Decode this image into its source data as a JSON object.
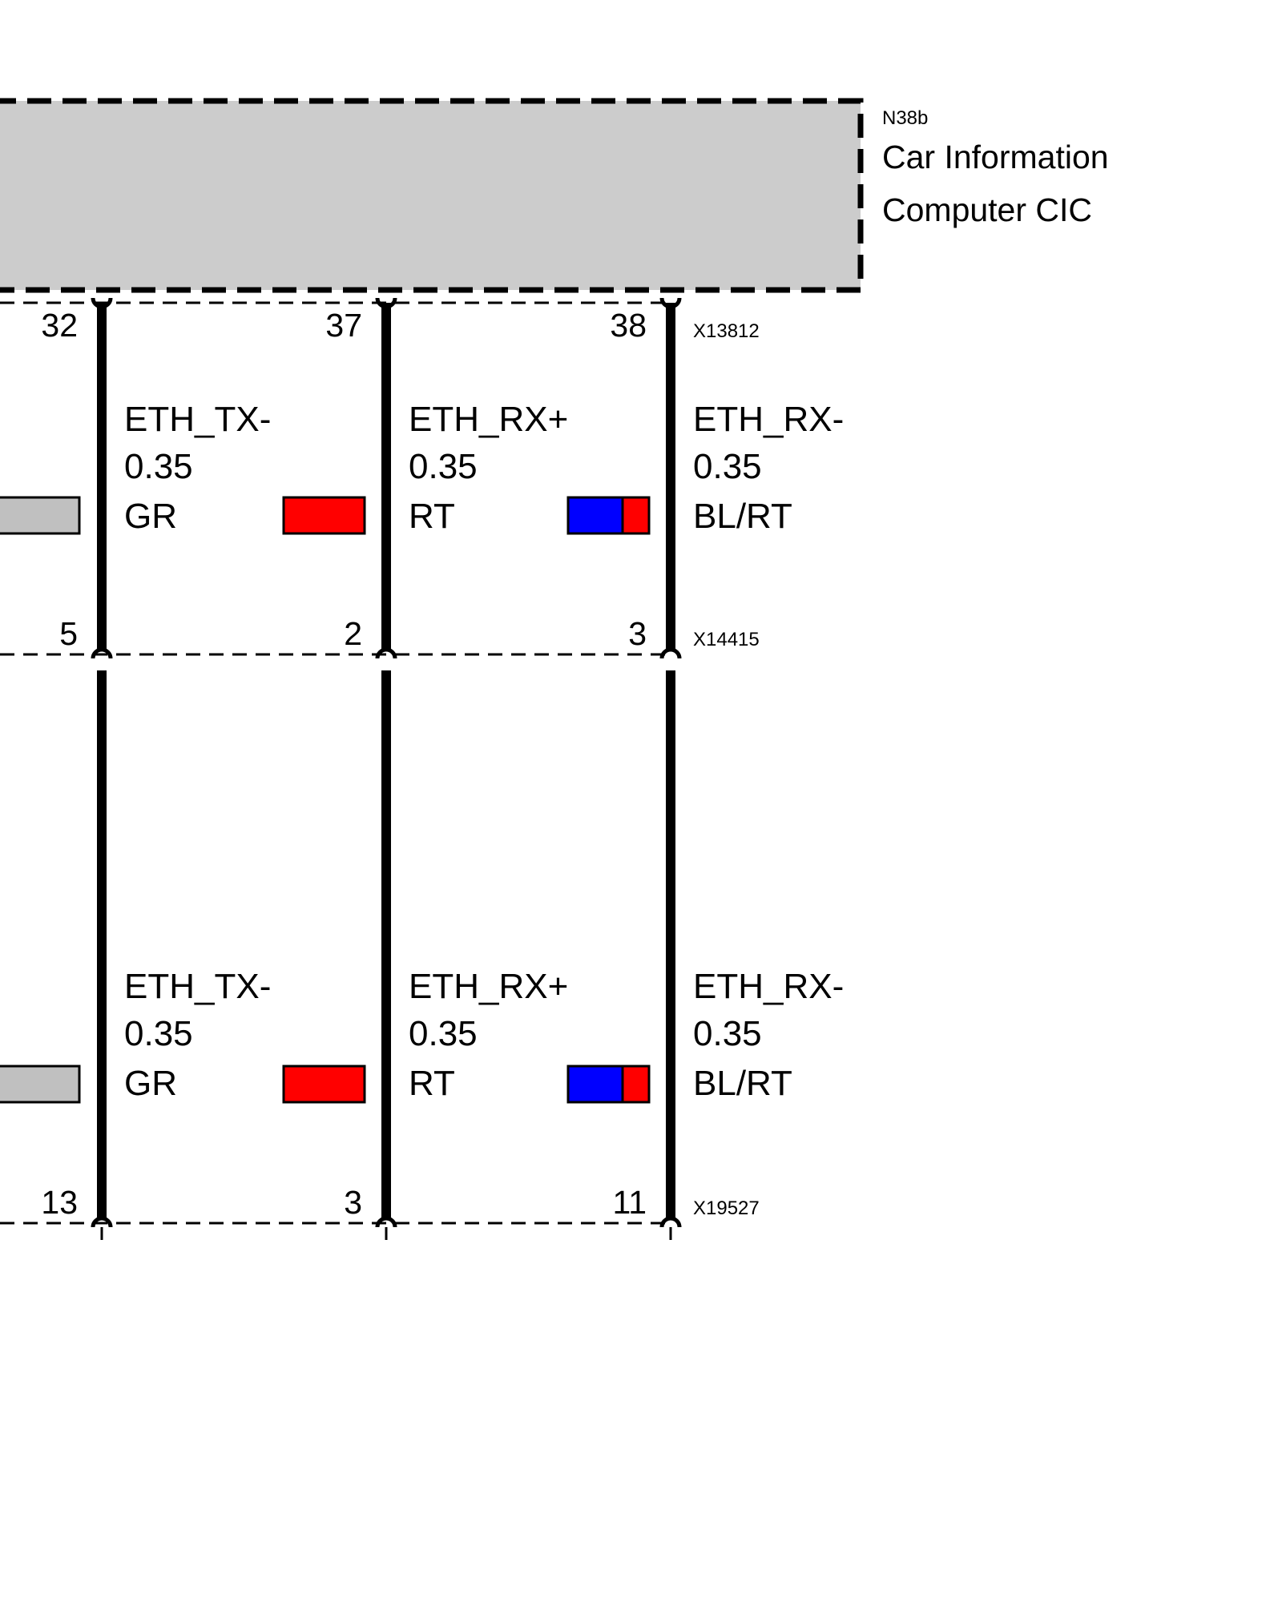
{
  "component": {
    "id": "N38b",
    "name_line1": "Car Information",
    "name_line2": "Computer CIC",
    "fill": "#cccccc"
  },
  "connectors": [
    {
      "id": "X13812",
      "pins": [
        "32",
        "37",
        "38"
      ]
    },
    {
      "id": "X14415",
      "pins": [
        "5",
        "2",
        "3"
      ]
    },
    {
      "id": "X19527",
      "pins": [
        "13",
        "3",
        "11"
      ]
    }
  ],
  "wires": [
    {
      "signal": "ETH_TX-",
      "size": "0.35",
      "color_code": "GR",
      "colors": [
        "#c0c0c0"
      ]
    },
    {
      "signal": "ETH_RX+",
      "size": "0.35",
      "color_code": "RT",
      "colors": [
        "#ff0000"
      ]
    },
    {
      "signal": "ETH_RX-",
      "size": "0.35",
      "color_code": "BL/RT",
      "colors": [
        "#0000ff",
        "#ff0000"
      ]
    }
  ]
}
